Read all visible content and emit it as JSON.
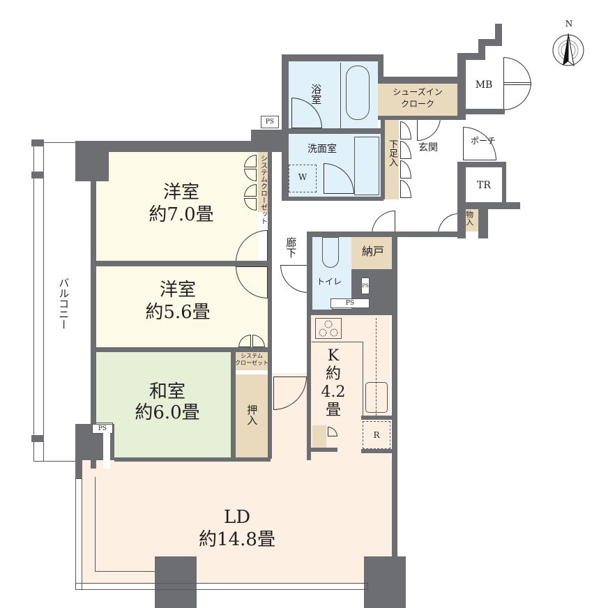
{
  "floor_plan": {
    "type": "apartment-floor-plan",
    "compass": {
      "label": "N"
    },
    "rooms": [
      {
        "id": "western-room-1",
        "name": "洋室",
        "area": "約7.0畳"
      },
      {
        "id": "western-room-2",
        "name": "洋室",
        "area": "約5.6畳"
      },
      {
        "id": "japanese-room",
        "name": "和室",
        "area": "約6.0畳"
      },
      {
        "id": "ld",
        "name": "LD",
        "area": "約14.8畳"
      },
      {
        "id": "kitchen",
        "name": "K",
        "area_line1": "約",
        "area_line2": "4.2",
        "area_line3": "畳"
      }
    ],
    "labels": {
      "bath": "浴室",
      "washroom": "洗面室",
      "washer": "W",
      "shoe_in_cloak": "シューズインクローク",
      "shoe_in_cloak_line1": "シューズイン",
      "shoe_in_cloak_line2": "クローク",
      "entrance": "玄関",
      "shoe_box": "下足入",
      "porch": "ポーチ",
      "mb": "MB",
      "tr": "TR",
      "storage_small": "物入",
      "corridor": "廊下",
      "toilet": "トイレ",
      "closet_nando": "納戸",
      "system_closet_vertical": "システムクローゼット",
      "system_closet_line1": "システム",
      "system_closet_line2": "クローゼット",
      "oshiire": "押入",
      "balcony": "バルコニー",
      "refrigerator": "R",
      "ps": "PS"
    }
  }
}
